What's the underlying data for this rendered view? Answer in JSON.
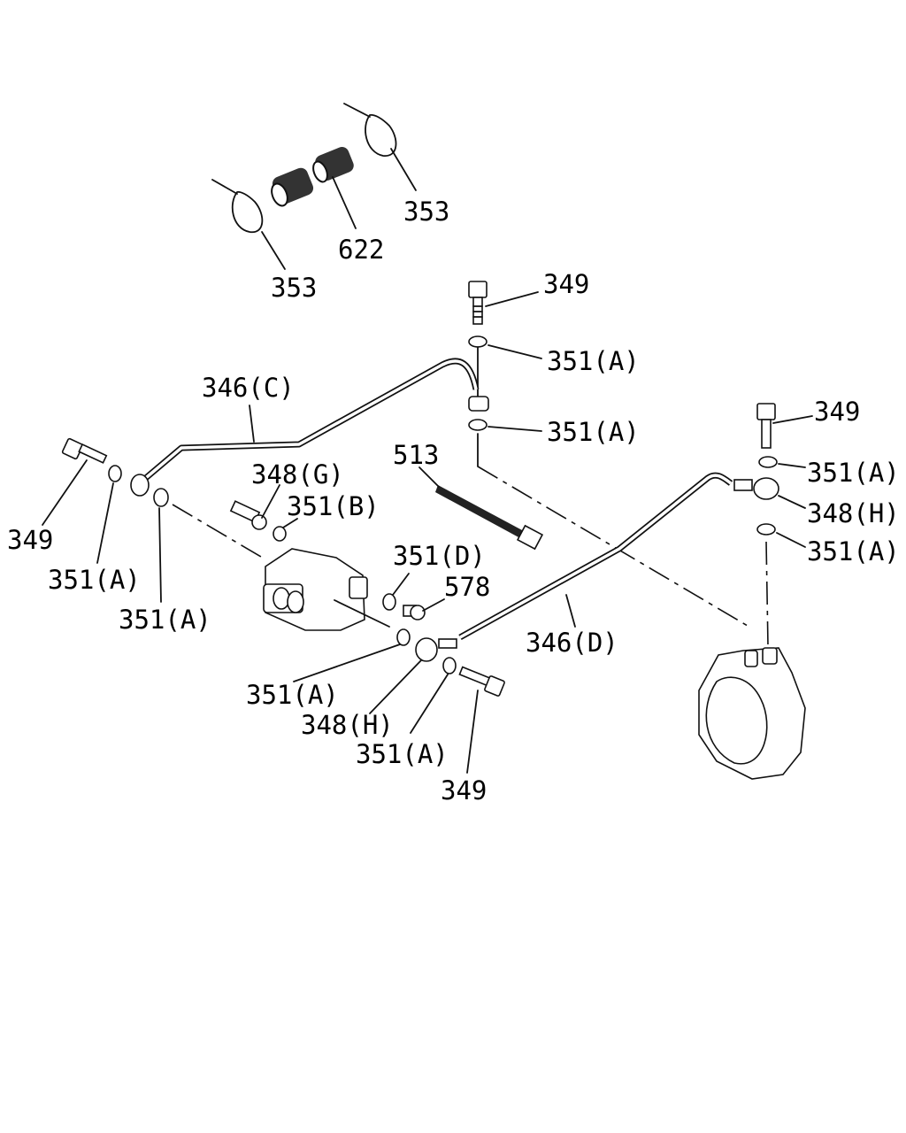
{
  "labels": {
    "l353a": "353",
    "l622": "622",
    "l353b": "353",
    "l349a": "349",
    "l351a1": "351(A)",
    "l346c": "346(C)",
    "l351a2": "351(A)",
    "l349b": "349",
    "l351a3": "351(A)",
    "l513": "513",
    "l348g": "348(G)",
    "l351b": "351(B)",
    "l348h1": "348(H)",
    "l349c": "349",
    "l351a4": "351(A)",
    "l351a5": "351(A)",
    "l351d": "351(D)",
    "l578": "578",
    "l346d": "346(D)",
    "l351a6": "351(A)",
    "l348h2": "348(H)",
    "l351a7": "351(A)",
    "l349d": "349",
    "l351a8": "351(A)"
  }
}
